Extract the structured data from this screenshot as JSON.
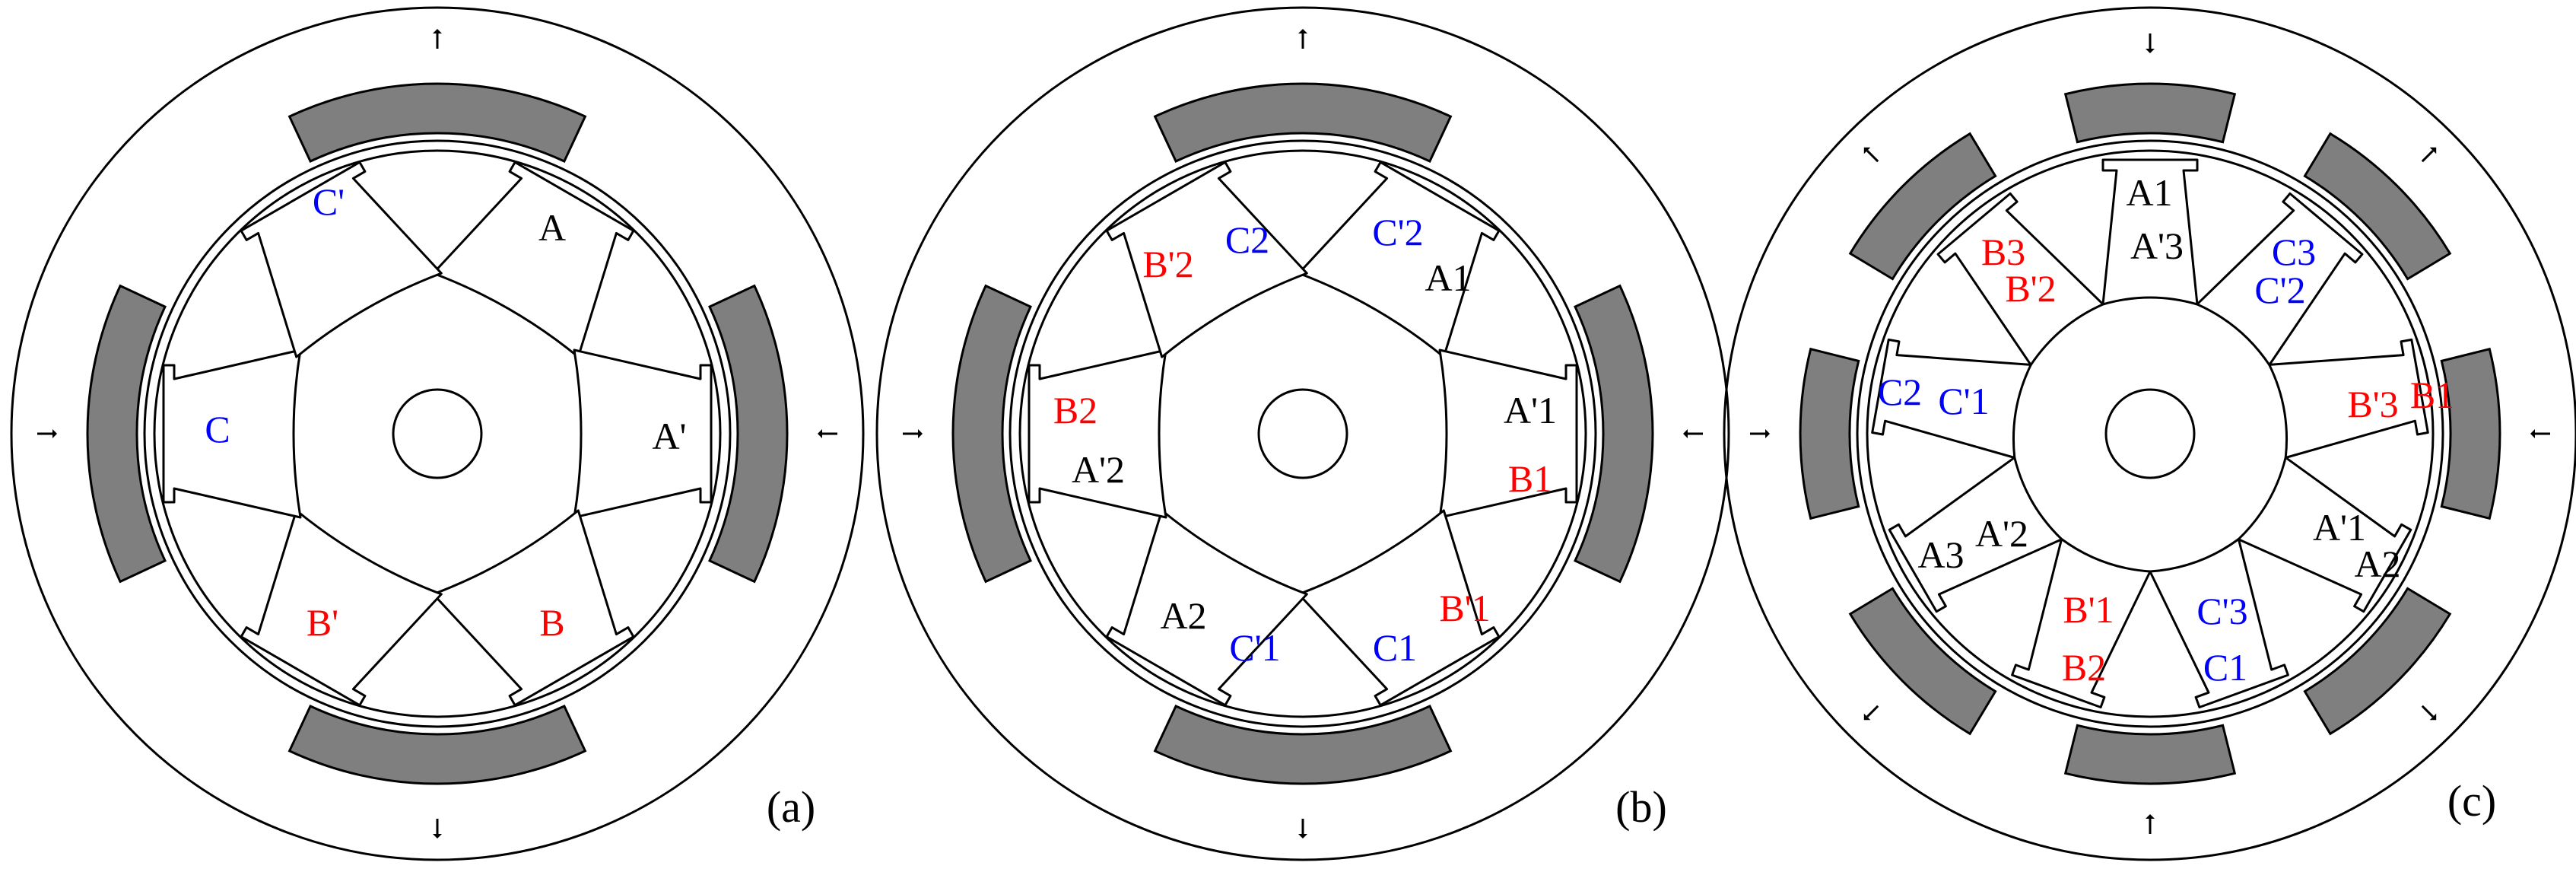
{
  "colors": {
    "A": "#000000",
    "B": "#ff0000",
    "C": "#0000ff",
    "magnet": "#7f7f7f"
  },
  "figures": [
    {
      "caption": "(a)",
      "magnets": [
        90,
        0,
        270,
        180
      ],
      "labels": [
        {
          "text": "A",
          "phase": "A"
        },
        {
          "text": "A'",
          "phase": "A"
        },
        {
          "text": "B",
          "phase": "B"
        },
        {
          "text": "B'",
          "phase": "B"
        },
        {
          "text": "C",
          "phase": "C"
        },
        {
          "text": "C'",
          "phase": "C"
        }
      ]
    },
    {
      "caption": "(b)",
      "magnets": [
        90,
        0,
        270,
        180
      ],
      "labels": [
        {
          "text": "C'2",
          "phase": "C"
        },
        {
          "text": "A1",
          "phase": "A"
        },
        {
          "text": "A'1",
          "phase": "A"
        },
        {
          "text": "B1",
          "phase": "B"
        },
        {
          "text": "B'1",
          "phase": "B"
        },
        {
          "text": "C1",
          "phase": "C"
        },
        {
          "text": "A2",
          "phase": "A"
        },
        {
          "text": "C'1",
          "phase": "C"
        },
        {
          "text": "B2",
          "phase": "B"
        },
        {
          "text": "A'2",
          "phase": "A"
        },
        {
          "text": "B'2",
          "phase": "B"
        },
        {
          "text": "C2",
          "phase": "C"
        }
      ]
    },
    {
      "caption": "(c)",
      "magnets": [
        90,
        45,
        0,
        315,
        270,
        225,
        180,
        135
      ],
      "labels": [
        {
          "text": "A1",
          "phase": "A"
        },
        {
          "text": "A'3",
          "phase": "A"
        },
        {
          "text": "C3",
          "phase": "C"
        },
        {
          "text": "C'2",
          "phase": "C"
        },
        {
          "text": "B'3",
          "phase": "B"
        },
        {
          "text": "B1",
          "phase": "B"
        },
        {
          "text": "A'1",
          "phase": "A"
        },
        {
          "text": "A2",
          "phase": "A"
        },
        {
          "text": "C'3",
          "phase": "C"
        },
        {
          "text": "C1",
          "phase": "C"
        },
        {
          "text": "B'1",
          "phase": "B"
        },
        {
          "text": "B2",
          "phase": "B"
        },
        {
          "text": "A3",
          "phase": "A"
        },
        {
          "text": "A'2",
          "phase": "A"
        },
        {
          "text": "C2",
          "phase": "C"
        },
        {
          "text": "C'1",
          "phase": "C"
        },
        {
          "text": "B3",
          "phase": "B"
        },
        {
          "text": "B'2",
          "phase": "B"
        }
      ]
    }
  ]
}
